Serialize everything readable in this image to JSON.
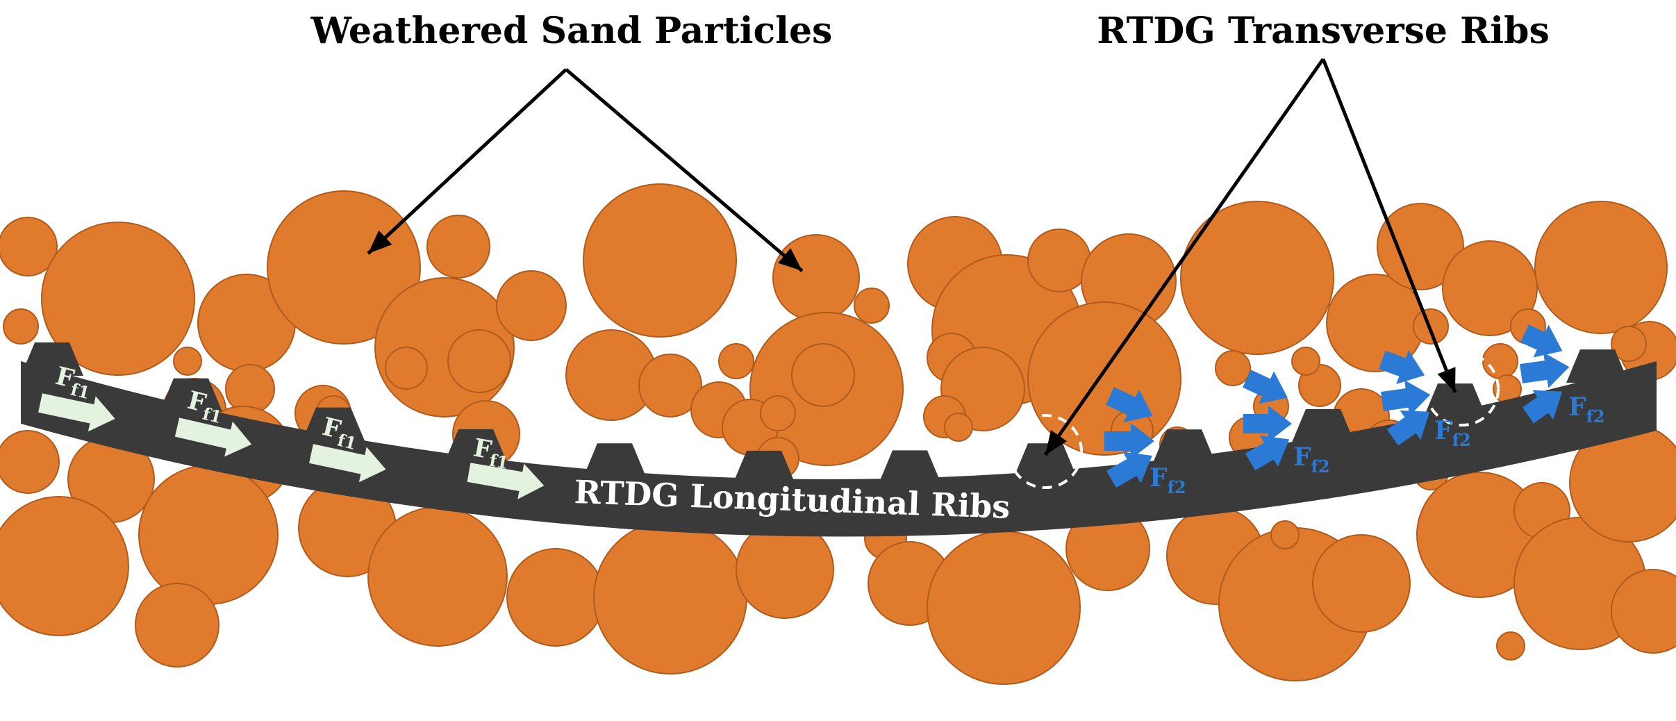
{
  "labels": {
    "sand": "Weathered Sand Particles",
    "transverse": "RTDG Transverse Ribs",
    "longitudinal": "RTDG Longitudinal Ribs"
  },
  "forces": {
    "f1": {
      "base": "F",
      "sub": "f1"
    },
    "f2": {
      "base": "F",
      "sub": "f2"
    }
  },
  "colors": {
    "sand": "#e07b2e",
    "sand_stroke": "#b05a1c",
    "geogrid": "#3a3a3a",
    "arrow_f1": "#e4f3df",
    "arrow_f2": "#2a7ad6",
    "leader": "#000000",
    "dashed_circle": "#ffffff"
  }
}
